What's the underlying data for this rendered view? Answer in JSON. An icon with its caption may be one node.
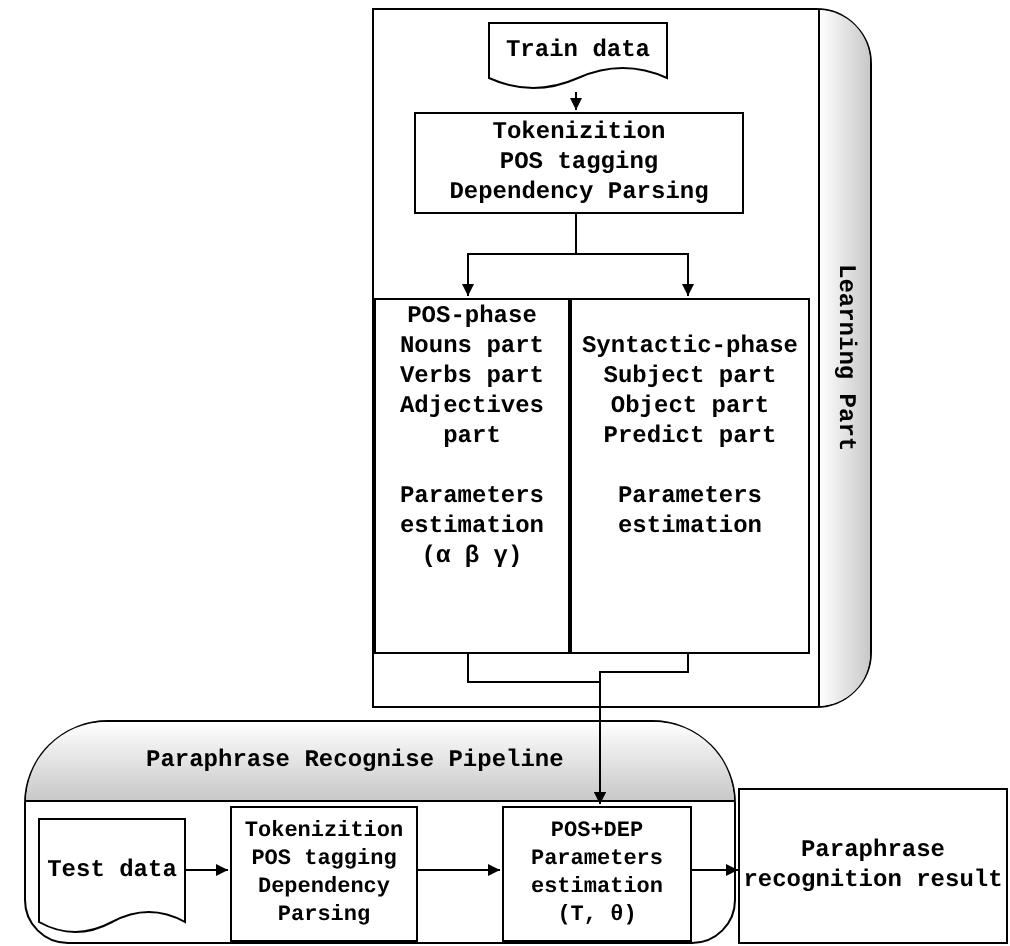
{
  "diagram": {
    "nodes": [
      {
        "text": [
          "Learning Part"
        ]
      },
      {
        "text": [
          "Train data"
        ],
        "in": 0
      },
      {
        "text": [
          "Tokenizition",
          "POS tagging",
          "Dependency Parsing"
        ],
        "in": 0
      },
      {
        "text": [
          "POS-phase Nouns part Verbs part Adjectives part",
          "Parameters estimation (α β γ)"
        ],
        "in": 0
      },
      {
        "text": [
          "Syntactic-phase Subject part Object part Predict part",
          "Parameters estimation"
        ],
        "in": 0
      },
      {
        "text": [
          "Paraphrase Recognise Pipeline"
        ]
      },
      {
        "text": [
          "Test data"
        ],
        "in": 5
      },
      {
        "text": [
          "Tokenizition",
          "POS tagging",
          "Dependency Parsing"
        ],
        "in": 5
      },
      {
        "text": [
          "POS+DEP",
          "Parameters estimation (T, θ)"
        ],
        "in": 5
      },
      {
        "text": [
          "Paraphrase recognition result"
        ]
      }
    ],
    "edges": [
      {
        "from": 1,
        "to": 2,
        "arrow": "to"
      },
      {
        "from": 2,
        "to": 3,
        "arrow": "to"
      },
      {
        "from": 2,
        "to": 4,
        "arrow": "to"
      },
      {
        "from": 3,
        "to": 8,
        "arrow": "to"
      },
      {
        "from": 4,
        "to": 8,
        "arrow": "to"
      },
      {
        "from": 6,
        "to": 7,
        "arrow": "to"
      },
      {
        "from": 7,
        "to": 8,
        "arrow": "to"
      },
      {
        "from": 8,
        "to": 9,
        "arrow": "to"
      }
    ]
  }
}
